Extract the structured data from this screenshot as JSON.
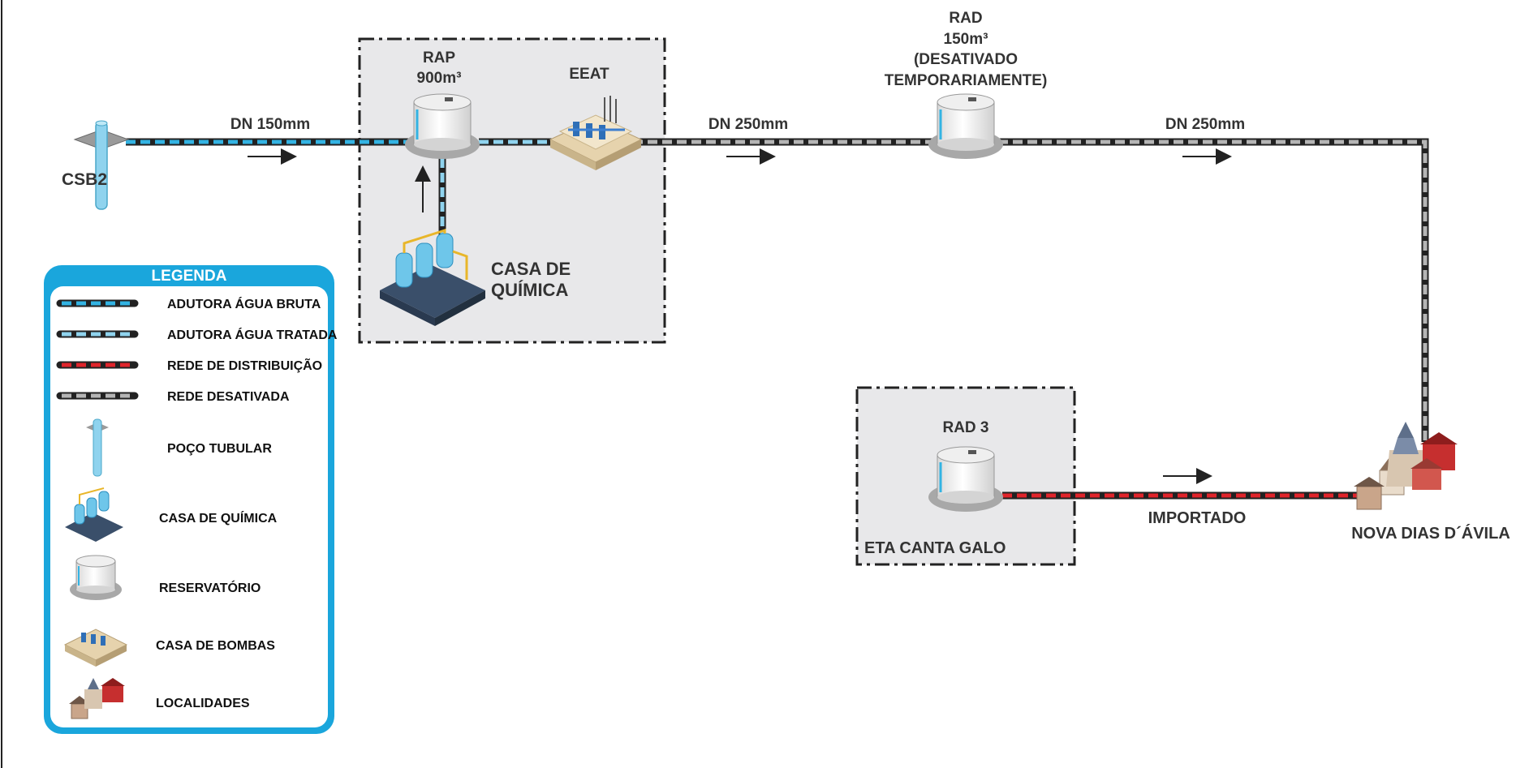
{
  "labels": {
    "csb2": "CSB2",
    "dn1": "DN 150mm",
    "rap_name": "RAP",
    "rap_cap": "900m³",
    "eeat": "EEAT",
    "dn2": "DN 250mm",
    "rad_name": "RAD",
    "rad_cap": "150m³",
    "rad_status1": "(DESATIVADO",
    "rad_status2": "TEMPORARIAMENTE)",
    "dn3": "DN 250mm",
    "casa1": "CASA DE",
    "casa2": "QUÍMICA",
    "rad3": "RAD 3",
    "eta": "ETA CANTA GALO",
    "importado": "IMPORTADO",
    "nova": "NOVA DIAS D´ÁVILA"
  },
  "legend": {
    "title": "LEGENDA",
    "items": [
      {
        "label": "ADUTORA ÁGUA BRUTA",
        "icon": "raw-water-pipe"
      },
      {
        "label": "ADUTORA ÁGUA TRATADA",
        "icon": "treated-water-pipe"
      },
      {
        "label": "REDE DE DISTRIBUIÇÃO",
        "icon": "distribution-pipe"
      },
      {
        "label": "REDE DESATIVADA",
        "icon": "disabled-pipe"
      },
      {
        "label": "POÇO TUBULAR",
        "icon": "well-icon"
      },
      {
        "label": "CASA DE QUÍMICA",
        "icon": "chemical-house-icon"
      },
      {
        "label": "RESERVATÓRIO",
        "icon": "reservoir-icon"
      },
      {
        "label": "CASA DE BOMBAS",
        "icon": "pump-house-icon"
      },
      {
        "label": "LOCALIDADES",
        "icon": "town-icon"
      }
    ]
  },
  "colors": {
    "raw_water": "#33b3e3",
    "treated_water": "#8fd3ee",
    "distribution": "#e0242b",
    "disabled": "#b5b5b5",
    "pipe_dark": "#222222",
    "legend_border": "#1aa6dc",
    "zone_fill": "#e8e8ea"
  }
}
